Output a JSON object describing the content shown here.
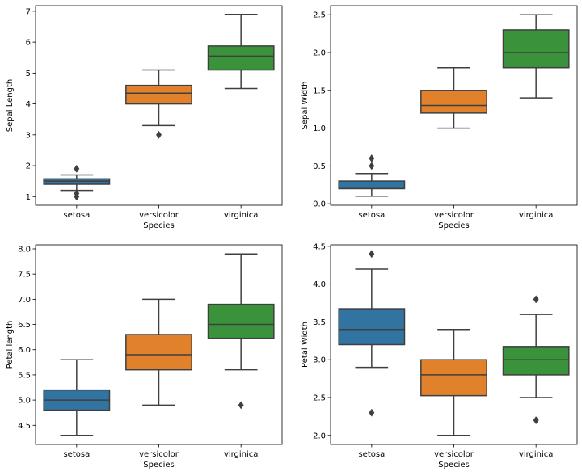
{
  "colors": {
    "setosa": "#3274a1",
    "versicolor": "#e1812c",
    "virginica": "#3a923a",
    "line": "#3f3f3f",
    "spine": "#000000"
  },
  "chart_data": [
    {
      "type": "box",
      "xlabel": "Species",
      "ylabel": "Sepal Length",
      "ylim": [
        0.72,
        7.18
      ],
      "yticks": [
        1,
        2,
        3,
        4,
        5,
        6,
        7
      ],
      "yticklabels": [
        "1",
        "2",
        "3",
        "4",
        "5",
        "6",
        "7"
      ],
      "categories": [
        "setosa",
        "versicolor",
        "virginica"
      ],
      "boxes": [
        {
          "low": 1.2,
          "q1": 1.4,
          "median": 1.5,
          "q3": 1.575,
          "high": 1.7,
          "fliers": [
            1.0,
            1.1,
            1.9
          ]
        },
        {
          "low": 3.3,
          "q1": 4.0,
          "median": 4.35,
          "q3": 4.6,
          "high": 5.1,
          "fliers": [
            3.0
          ]
        },
        {
          "low": 4.5,
          "q1": 5.1,
          "median": 5.55,
          "q3": 5.875,
          "high": 6.9,
          "fliers": []
        }
      ]
    },
    {
      "type": "box",
      "xlabel": "Species",
      "ylabel": "Sepal Width",
      "ylim": [
        -0.02,
        2.62
      ],
      "yticks": [
        0.0,
        0.5,
        1.0,
        1.5,
        2.0,
        2.5
      ],
      "yticklabels": [
        "0.0",
        "0.5",
        "1.0",
        "1.5",
        "2.0",
        "2.5"
      ],
      "categories": [
        "setosa",
        "versicolor",
        "virginica"
      ],
      "boxes": [
        {
          "low": 0.1,
          "q1": 0.2,
          "median": 0.2,
          "q3": 0.3,
          "high": 0.4,
          "fliers": [
            0.5,
            0.6
          ]
        },
        {
          "low": 1.0,
          "q1": 1.2,
          "median": 1.3,
          "q3": 1.5,
          "high": 1.8,
          "fliers": []
        },
        {
          "low": 1.4,
          "q1": 1.8,
          "median": 2.0,
          "q3": 2.3,
          "high": 2.5,
          "fliers": []
        }
      ]
    },
    {
      "type": "box",
      "xlabel": "Species",
      "ylabel": "Petal length",
      "ylim": [
        4.12,
        8.08
      ],
      "yticks": [
        4.5,
        5.0,
        5.5,
        6.0,
        6.5,
        7.0,
        7.5,
        8.0
      ],
      "yticklabels": [
        "4.5",
        "5.0",
        "5.5",
        "6.0",
        "6.5",
        "7.0",
        "7.5",
        "8.0"
      ],
      "categories": [
        "setosa",
        "versicolor",
        "virginica"
      ],
      "boxes": [
        {
          "low": 4.3,
          "q1": 4.8,
          "median": 5.0,
          "q3": 5.2,
          "high": 5.8,
          "fliers": []
        },
        {
          "low": 4.9,
          "q1": 5.6,
          "median": 5.9,
          "q3": 6.3,
          "high": 7.0,
          "fliers": []
        },
        {
          "low": 5.6,
          "q1": 6.225,
          "median": 6.5,
          "q3": 6.9,
          "high": 7.9,
          "fliers": [
            4.9
          ]
        }
      ]
    },
    {
      "type": "box",
      "xlabel": "Species",
      "ylabel": "Petal Width",
      "ylim": [
        1.88,
        4.52
      ],
      "yticks": [
        2.0,
        2.5,
        3.0,
        3.5,
        4.0,
        4.5
      ],
      "yticklabels": [
        "2.0",
        "2.5",
        "3.0",
        "3.5",
        "4.0",
        "4.5"
      ],
      "categories": [
        "setosa",
        "versicolor",
        "virginica"
      ],
      "boxes": [
        {
          "low": 2.9,
          "q1": 3.2,
          "median": 3.4,
          "q3": 3.675,
          "high": 4.2,
          "fliers": [
            2.3,
            4.4
          ]
        },
        {
          "low": 2.0,
          "q1": 2.525,
          "median": 2.8,
          "q3": 3.0,
          "high": 3.4,
          "fliers": []
        },
        {
          "low": 2.5,
          "q1": 2.8,
          "median": 3.0,
          "q3": 3.175,
          "high": 3.6,
          "fliers": [
            2.2,
            3.8
          ]
        }
      ]
    }
  ]
}
